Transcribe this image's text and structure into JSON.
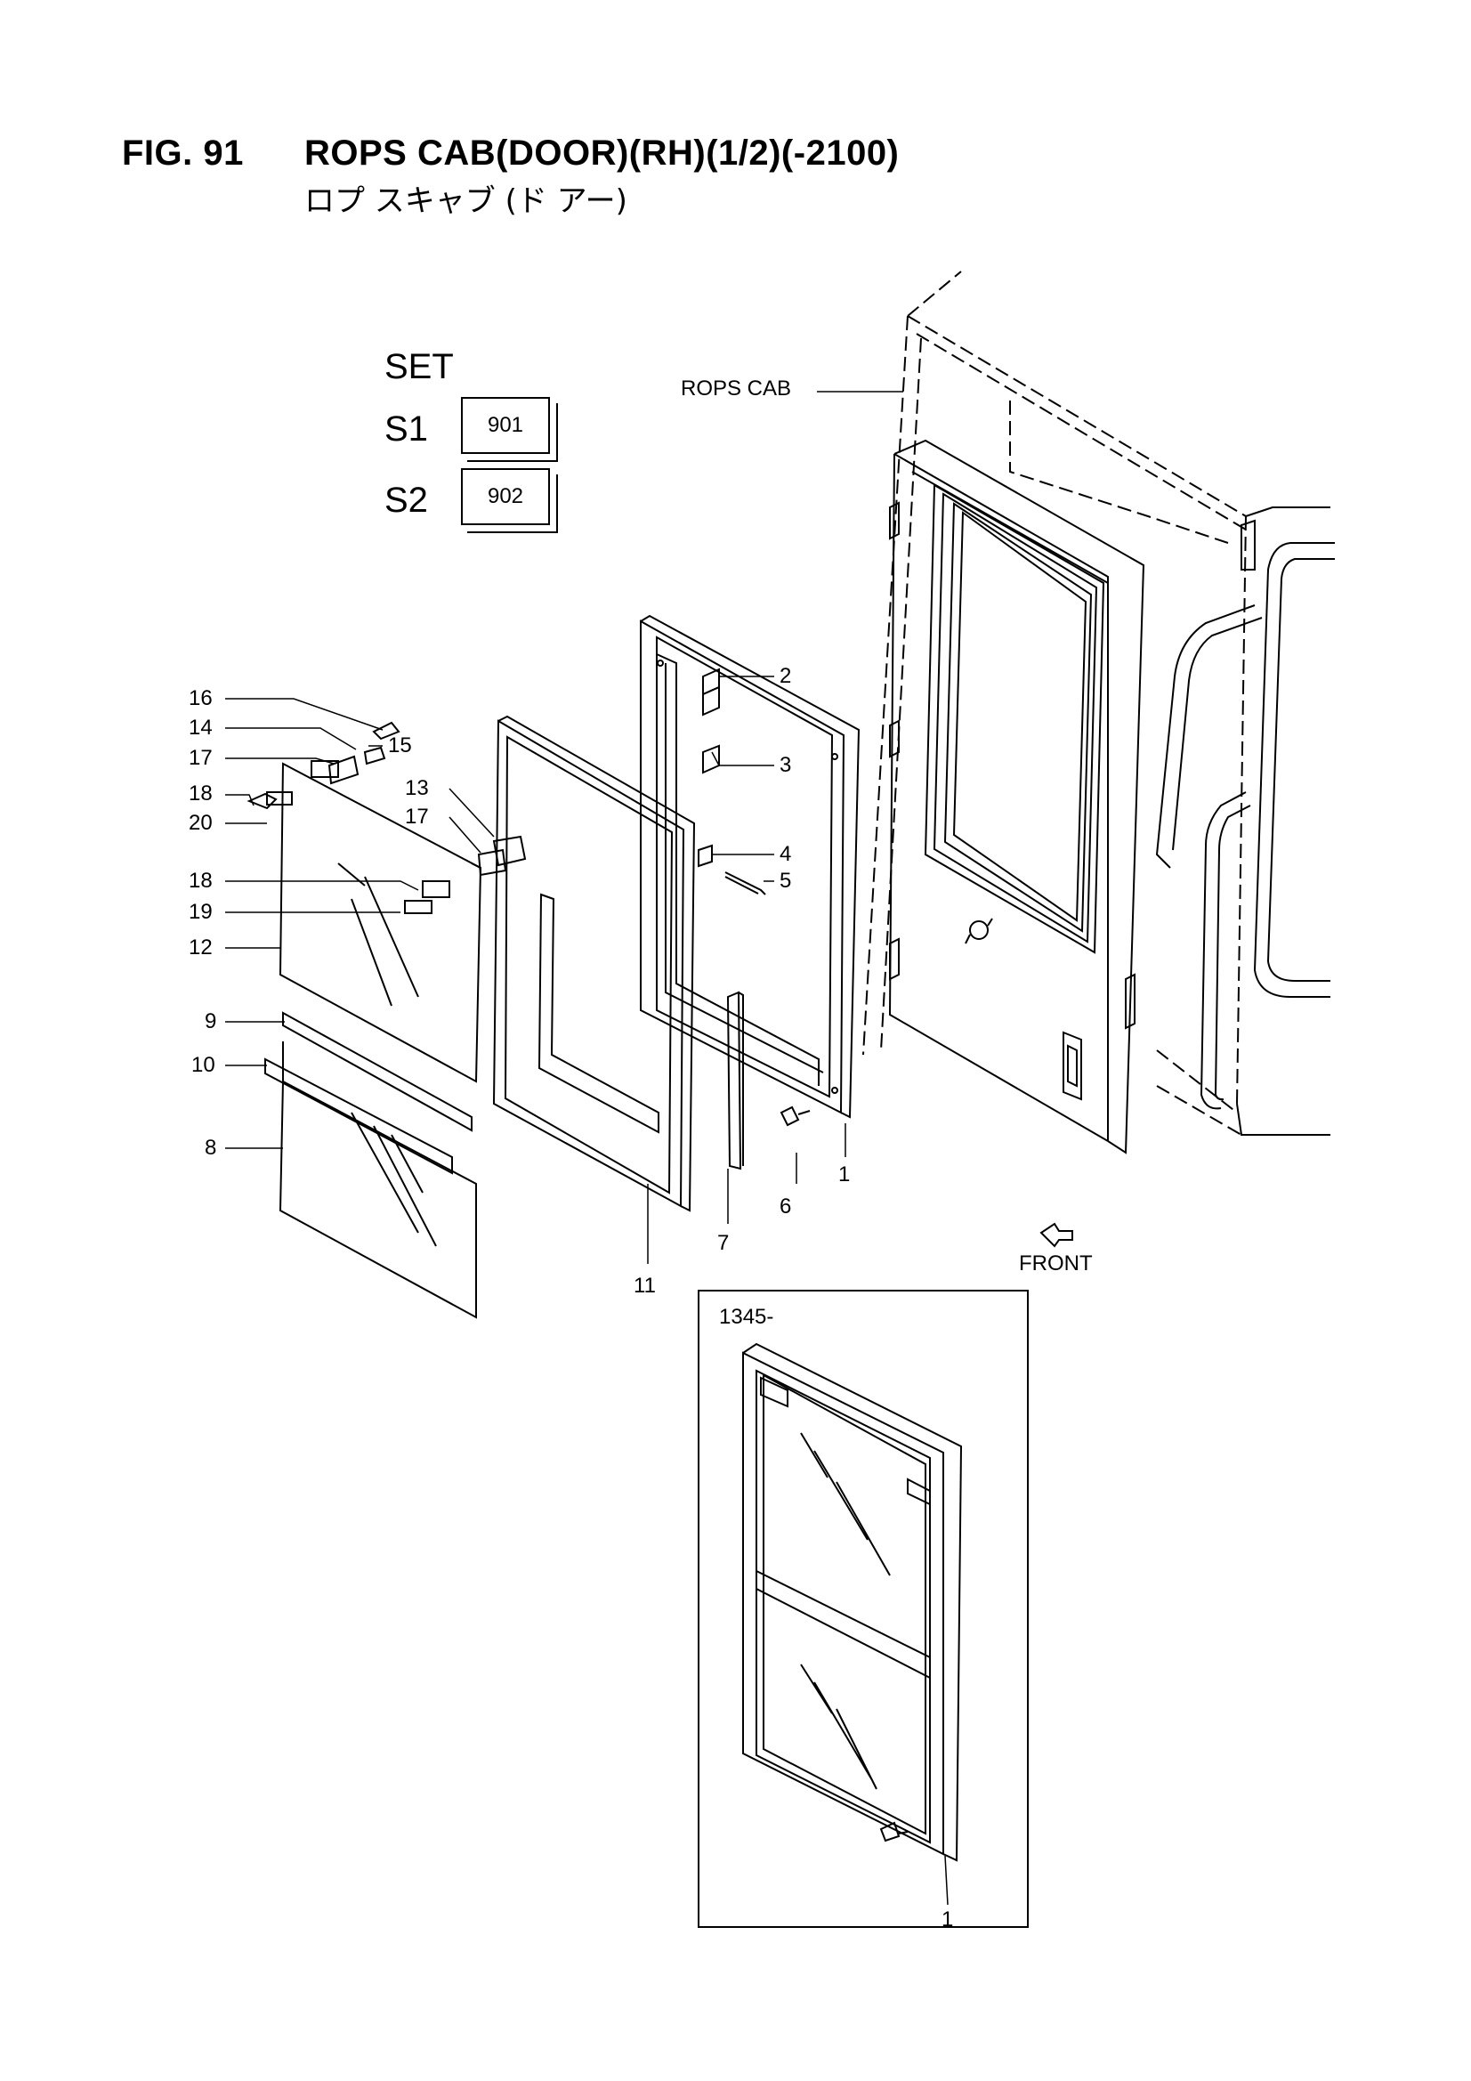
{
  "figure": {
    "number": "FIG. 91",
    "title": "ROPS CAB(DOOR)(RH)(1/2)(-2100)",
    "subtitle": "ロプ スキャブ (ド アー)"
  },
  "set": {
    "heading": "SET",
    "items": [
      {
        "label": "S1",
        "code": "901"
      },
      {
        "label": "S2",
        "code": "902"
      }
    ]
  },
  "callouts": {
    "rops_cab": "ROPS CAB",
    "front": "FRONT",
    "inset_range": "1345-",
    "parts": {
      "p1": "1",
      "p2": "2",
      "p3": "3",
      "p4": "4",
      "p5": "5",
      "p6": "6",
      "p7": "7",
      "p8": "8",
      "p9": "9",
      "p10": "10",
      "p11": "11",
      "p12": "12",
      "p13": "13",
      "p14": "14",
      "p15": "15",
      "p16": "16",
      "p17a": "17",
      "p17b": "17",
      "p18a": "18",
      "p18b": "18",
      "p19": "19",
      "p20": "20",
      "p1_inset": "1"
    }
  }
}
